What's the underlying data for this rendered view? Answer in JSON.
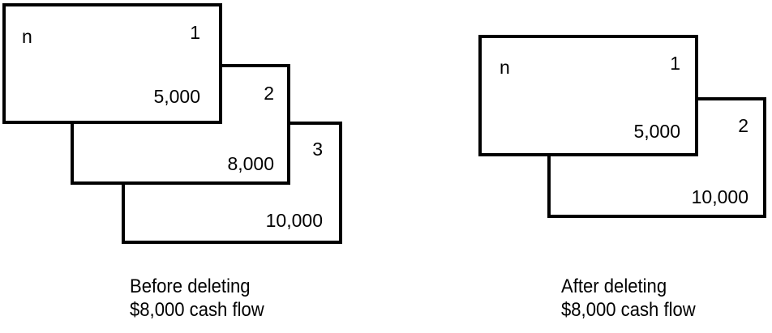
{
  "before": {
    "caption_line1": "Before deleting",
    "caption_line2": "$8,000 cash flow",
    "header_label": "n",
    "cards": [
      {
        "index": "1",
        "amount": "5,000"
      },
      {
        "index": "2",
        "amount": "8,000"
      },
      {
        "index": "3",
        "amount": "10,000"
      }
    ]
  },
  "after": {
    "caption_line1": "After deleting",
    "caption_line2": "$8,000 cash flow",
    "header_label": "n",
    "cards": [
      {
        "index": "1",
        "amount": "5,000"
      },
      {
        "index": "2",
        "amount": "10,000"
      }
    ]
  }
}
